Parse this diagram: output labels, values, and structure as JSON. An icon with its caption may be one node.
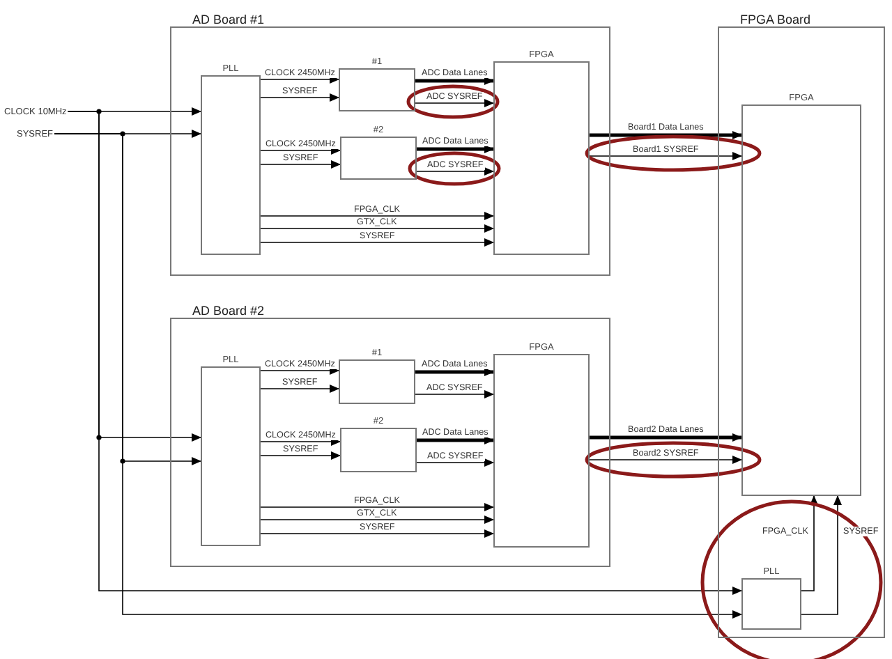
{
  "diagram": {
    "nodes": [
      {
        "text": [
          "CLOCK 10MHz"
        ]
      },
      {
        "text": [
          "SYSREF"
        ]
      },
      {
        "text": [
          "AD Board #1"
        ]
      },
      {
        "text": [
          "PLL"
        ],
        "in": 2
      },
      {
        "text": [
          "#1"
        ],
        "in": 2
      },
      {
        "text": [
          "#2"
        ],
        "in": 2
      },
      {
        "text": [
          "FPGA"
        ],
        "in": 2
      },
      {
        "text": [
          "AD Board #2"
        ]
      },
      {
        "text": [
          "PLL"
        ],
        "in": 7
      },
      {
        "text": [
          "#1"
        ],
        "in": 7
      },
      {
        "text": [
          "#2"
        ],
        "in": 7
      },
      {
        "text": [
          "FPGA"
        ],
        "in": 7
      },
      {
        "text": [
          "FPGA Board"
        ]
      },
      {
        "text": [
          "FPGA"
        ],
        "in": 12
      },
      {
        "text": [
          "PLL"
        ],
        "in": 12
      }
    ],
    "edges": [
      {
        "from": 0,
        "to": 3,
        "arrow": "to"
      },
      {
        "from": 0,
        "to": 8,
        "arrow": "to"
      },
      {
        "from": 0,
        "to": 14,
        "arrow": "to"
      },
      {
        "from": 1,
        "to": 3,
        "arrow": "to"
      },
      {
        "from": 1,
        "to": 8,
        "arrow": "to"
      },
      {
        "from": 1,
        "to": 14,
        "arrow": "to"
      },
      {
        "from": 3,
        "to": 4,
        "arrow": "to",
        "label": "CLOCK 2450MHz"
      },
      {
        "from": 3,
        "to": 4,
        "arrow": "to",
        "label": "SYSREF"
      },
      {
        "from": 3,
        "to": 5,
        "arrow": "to",
        "label": "CLOCK 2450MHz"
      },
      {
        "from": 3,
        "to": 5,
        "arrow": "to",
        "label": "SYSREF"
      },
      {
        "from": 4,
        "to": 6,
        "arrow": "to",
        "label": "ADC Data Lanes",
        "style": "thick"
      },
      {
        "from": 4,
        "to": 6,
        "arrow": "to",
        "label": "ADC SYSREF"
      },
      {
        "from": 5,
        "to": 6,
        "arrow": "to",
        "label": "ADC Data Lanes",
        "style": "thick"
      },
      {
        "from": 5,
        "to": 6,
        "arrow": "to",
        "label": "ADC SYSREF"
      },
      {
        "from": 3,
        "to": 6,
        "arrow": "to",
        "label": "FPGA_CLK"
      },
      {
        "from": 3,
        "to": 6,
        "arrow": "to",
        "label": "GTX_CLK"
      },
      {
        "from": 3,
        "to": 6,
        "arrow": "to",
        "label": "SYSREF"
      },
      {
        "from": 6,
        "to": 13,
        "arrow": "to",
        "label": "Board1 Data Lanes",
        "style": "thick"
      },
      {
        "from": 6,
        "to": 13,
        "arrow": "to",
        "label": "Board1 SYSREF"
      },
      {
        "from": 8,
        "to": 9,
        "arrow": "to",
        "label": "CLOCK 2450MHz"
      },
      {
        "from": 8,
        "to": 9,
        "arrow": "to",
        "label": "SYSREF"
      },
      {
        "from": 8,
        "to": 10,
        "arrow": "to",
        "label": "CLOCK 2450MHz"
      },
      {
        "from": 8,
        "to": 10,
        "arrow": "to",
        "label": "SYSREF"
      },
      {
        "from": 9,
        "to": 11,
        "arrow": "to",
        "label": "ADC Data Lanes",
        "style": "thick"
      },
      {
        "from": 9,
        "to": 11,
        "arrow": "to",
        "label": "ADC SYSREF"
      },
      {
        "from": 10,
        "to": 11,
        "arrow": "to",
        "label": "ADC Data Lanes",
        "style": "thick"
      },
      {
        "from": 10,
        "to": 11,
        "arrow": "to",
        "label": "ADC SYSREF"
      },
      {
        "from": 8,
        "to": 11,
        "arrow": "to",
        "label": "FPGA_CLK"
      },
      {
        "from": 8,
        "to": 11,
        "arrow": "to",
        "label": "GTX_CLK"
      },
      {
        "from": 8,
        "to": 11,
        "arrow": "to",
        "label": "SYSREF"
      },
      {
        "from": 11,
        "to": 13,
        "arrow": "to",
        "label": "Board2 Data Lanes",
        "style": "thick"
      },
      {
        "from": 11,
        "to": 13,
        "arrow": "to",
        "label": "Board2 SYSREF"
      },
      {
        "from": 14,
        "to": 13,
        "arrow": "to",
        "label": "FPGA_CLK"
      },
      {
        "from": 14,
        "to": 13,
        "arrow": "to",
        "label": "SYSREF"
      }
    ]
  }
}
